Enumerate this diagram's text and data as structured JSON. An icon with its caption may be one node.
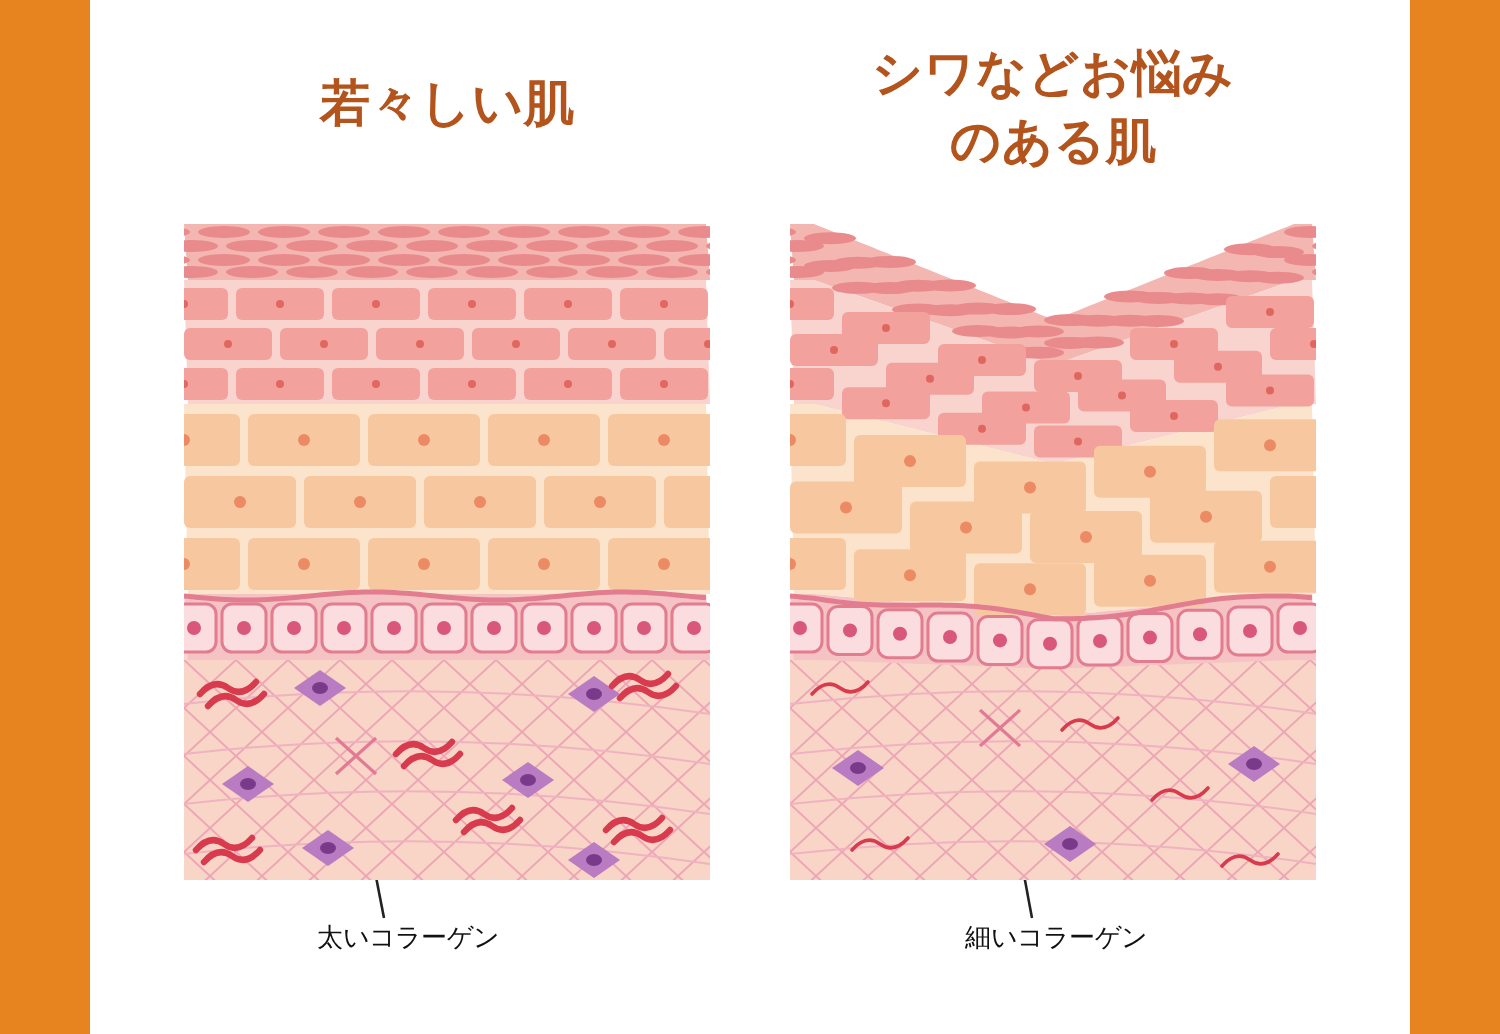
{
  "diagram": {
    "nodes": [
      {
        "text": [
          "若々しい肌"
        ]
      },
      {
        "text": [],
        "shape": "picture",
        "in": 0
      },
      {
        "text": [
          "太いコラーゲン"
        ]
      },
      {
        "text": [
          "シワなどお悩みのある肌"
        ]
      },
      {
        "text": [],
        "shape": "picture",
        "in": 3
      },
      {
        "text": [
          "細いコラーゲン"
        ]
      }
    ],
    "edges": [
      {
        "from": 2,
        "to": 1,
        "arrow": "none"
      },
      {
        "from": 5,
        "to": 4,
        "arrow": "none"
      }
    ]
  }
}
